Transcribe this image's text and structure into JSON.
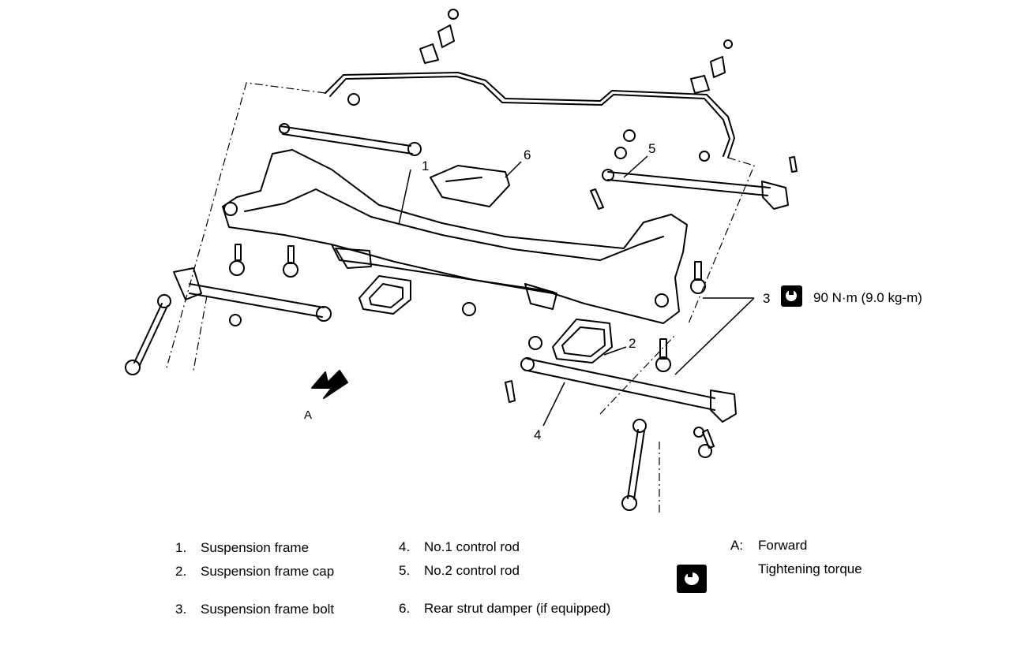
{
  "callouts": {
    "c1": "1",
    "c2": "2",
    "c3": "3",
    "c4": "4",
    "c5": "5",
    "c6": "6",
    "cA": "A",
    "torque_value": "90 N·m (9.0 kg-m)"
  },
  "legend": {
    "items": [
      {
        "num": "1.",
        "label": "Suspension frame"
      },
      {
        "num": "2.",
        "label": "Suspension frame cap"
      },
      {
        "num": "3.",
        "label": "Suspension frame bolt"
      },
      {
        "num": "4.",
        "label": "No.1 control rod"
      },
      {
        "num": "5.",
        "label": "No.2 control rod"
      },
      {
        "num": "6.",
        "label": "Rear strut damper (if equipped)"
      }
    ],
    "a_key": "A:",
    "a_label": "Forward",
    "torque_label": "Tightening torque"
  }
}
